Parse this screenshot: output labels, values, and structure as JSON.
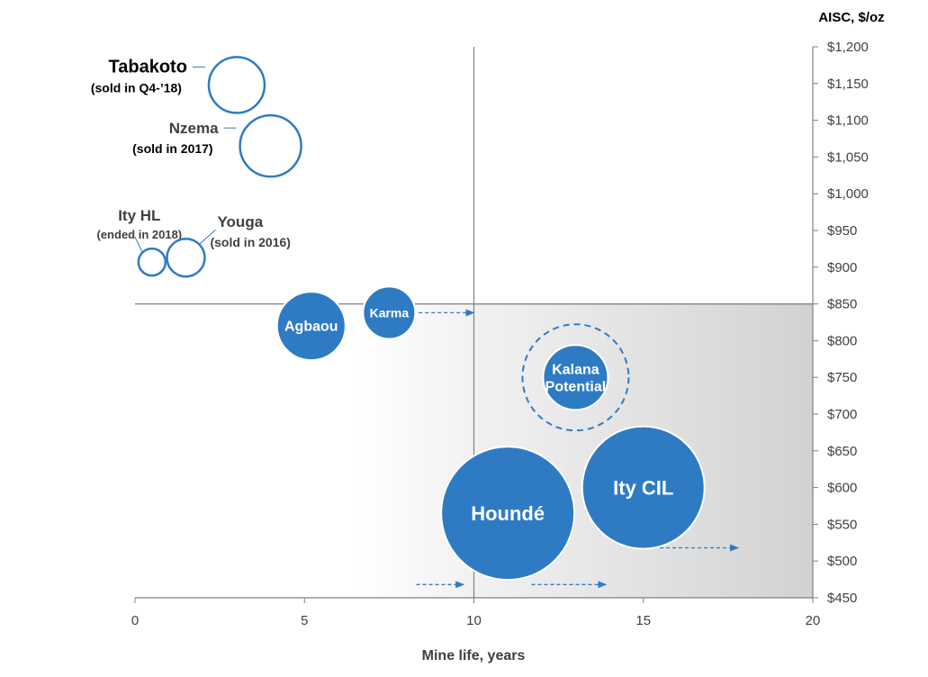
{
  "chart_data": {
    "type": "bubble",
    "xlabel": "Mine life, years",
    "ylabel": "AISC, $/oz",
    "xlim": [
      0,
      20
    ],
    "ylim": [
      450,
      1200
    ],
    "xticks": [
      0,
      5,
      10,
      15,
      20
    ],
    "xtick_labels": [
      "0",
      "5",
      "10",
      "15",
      "20"
    ],
    "yticks": [
      450,
      500,
      550,
      600,
      650,
      700,
      750,
      800,
      850,
      900,
      950,
      1000,
      1050,
      1100,
      1150,
      1200
    ],
    "ytick_labels": [
      "$450",
      "$500",
      "$550",
      "$600",
      "$650",
      "$700",
      "$750",
      "$800",
      "$850",
      "$900",
      "$950",
      "$1,000",
      "$1,050",
      "$1,100",
      "$1,150",
      "$1,200"
    ],
    "y_axis_side": "right",
    "reference_lines": {
      "x": 10,
      "y": 850
    },
    "highlight_region": {
      "x": [
        10,
        20
      ],
      "y": [
        450,
        850
      ],
      "style": "gradient-grey"
    },
    "colors": {
      "filled": "#2e7bc4",
      "outline": "#2e7bc4",
      "axis": "#808080",
      "text": "#404040"
    },
    "series": [
      {
        "name": "Tabakoto",
        "note": "(sold in Q4-’18)",
        "x": 3.0,
        "y": 1148,
        "size": 31,
        "style": "outline",
        "label_pos": "left"
      },
      {
        "name": "Nzema",
        "note": "(sold in 2017)",
        "x": 4.0,
        "y": 1065,
        "size": 34,
        "style": "outline",
        "label_pos": "left"
      },
      {
        "name": "Ity HL",
        "note": "(ended in 2018)",
        "x": 0.5,
        "y": 907,
        "size": 15,
        "style": "outline",
        "label_pos": "left"
      },
      {
        "name": "Youga",
        "note": "(sold in 2016)",
        "x": 1.5,
        "y": 913,
        "size": 21,
        "style": "outline",
        "label_pos": "right"
      },
      {
        "name": "Agbaou",
        "x": 5.2,
        "y": 820,
        "size": 38,
        "style": "filled",
        "label_pos": "center"
      },
      {
        "name": "Karma",
        "x": 7.5,
        "y": 838,
        "size": 29,
        "style": "filled",
        "label_pos": "center"
      },
      {
        "name": "Kalana\nPotential",
        "x": 13.0,
        "y": 750,
        "size": 36,
        "style": "filled",
        "label_pos": "center",
        "potential_ring": 59
      },
      {
        "name": "Houndé",
        "x": 11.0,
        "y": 565,
        "size": 74,
        "style": "filled",
        "label_pos": "center",
        "big": true
      },
      {
        "name": "Ity CIL",
        "x": 15.0,
        "y": 600,
        "size": 68,
        "style": "filled",
        "label_pos": "center",
        "big": true
      }
    ],
    "arrows": [
      {
        "from": [
          8.0,
          838
        ],
        "to": [
          10.0,
          838
        ]
      },
      {
        "from": [
          8.3,
          468
        ],
        "to": [
          9.7,
          468
        ]
      },
      {
        "from": [
          11.7,
          468
        ],
        "to": [
          13.9,
          468
        ]
      },
      {
        "from": [
          15.3,
          518
        ],
        "to": [
          17.8,
          518
        ]
      }
    ]
  }
}
